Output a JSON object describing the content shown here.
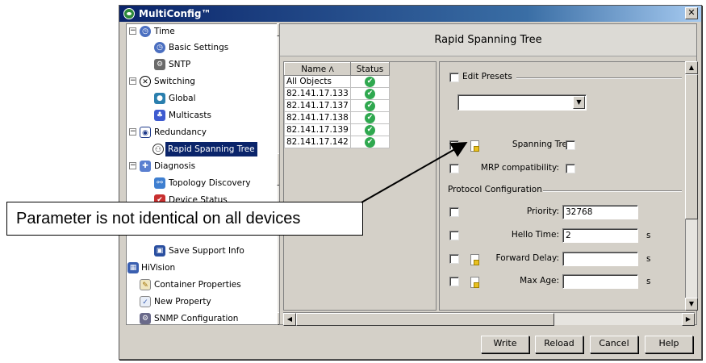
{
  "window": {
    "title": "MultiConfig™"
  },
  "icons": {
    "app": "multiconfig-app-icon",
    "close": "close-icon"
  },
  "tree": {
    "items": [
      {
        "label": "Time",
        "icon": "clock-icon"
      },
      {
        "label": "Basic Settings",
        "icon": "clock-icon"
      },
      {
        "label": "SNTP",
        "icon": "sntp-icon"
      },
      {
        "label": "Switching",
        "icon": "switching-icon"
      },
      {
        "label": "Global",
        "icon": "global-icon"
      },
      {
        "label": "Multicasts",
        "icon": "multicast-icon"
      },
      {
        "label": "Redundancy",
        "icon": "redundancy-icon"
      },
      {
        "label": "Rapid Spanning Tree",
        "icon": "spanning-tree-icon"
      },
      {
        "label": "Diagnosis",
        "icon": "diagnosis-icon"
      },
      {
        "label": "Topology Discovery",
        "icon": "topology-icon"
      },
      {
        "label": "Device Status",
        "icon": "device-status-icon"
      },
      {
        "label": "Save Support Info",
        "icon": "save-icon"
      },
      {
        "label": "HiVision",
        "icon": "hivision-icon"
      },
      {
        "label": "Container Properties",
        "icon": "container-icon"
      },
      {
        "label": "New Property",
        "icon": "new-property-icon"
      },
      {
        "label": "SNMP Configuration",
        "icon": "snmp-icon"
      }
    ]
  },
  "panel": {
    "title": "Rapid Spanning Tree"
  },
  "grid": {
    "columns": [
      "Name",
      "Status"
    ],
    "rows": [
      {
        "name": "All Objects",
        "status": "ok"
      },
      {
        "name": "82.141.17.133",
        "status": "ok"
      },
      {
        "name": "82.141.17.137",
        "status": "ok"
      },
      {
        "name": "82.141.17.138",
        "status": "ok"
      },
      {
        "name": "82.141.17.139",
        "status": "ok"
      },
      {
        "name": "82.141.17.142",
        "status": "ok"
      }
    ]
  },
  "props": {
    "edit_presets": "Edit Presets",
    "preset_value": "",
    "spanning_tree": "Spanning Tree:",
    "mrp_compat": "MRP compatibility:",
    "protocol_config": "Protocol Configuration",
    "priority_label": "Priority:",
    "priority_value": "32768",
    "hello_label": "Hello Time:",
    "hello_value": "2",
    "hello_unit": "s",
    "forward_label": "Forward Delay:",
    "forward_value": "",
    "forward_unit": "s",
    "maxage_label": "Max Age:",
    "maxage_value": "",
    "maxage_unit": "s"
  },
  "buttons": {
    "write": "Write",
    "reload": "Reload",
    "cancel": "Cancel",
    "help": "Help"
  },
  "callout": {
    "text": "Parameter is not identical on all devices"
  }
}
